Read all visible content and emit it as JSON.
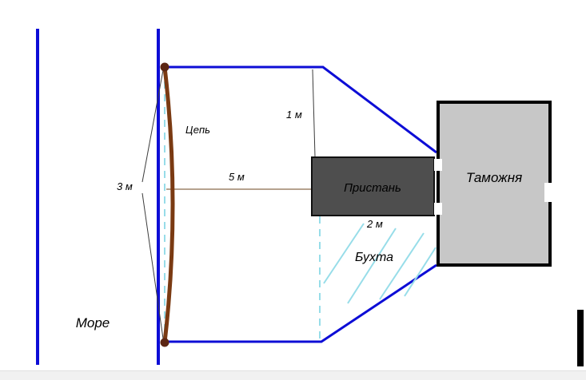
{
  "diagram": {
    "labels": {
      "sea": "Море",
      "chain": "Цепь",
      "pier": "Пристань",
      "customs": "Таможня",
      "bay": "Бухта"
    },
    "measurements": {
      "chain_sag": "3 м",
      "chain_to_pier": "5 м",
      "top_gap": "1 м",
      "pier_gap": "2 м"
    },
    "colors": {
      "outline_blue": "#0d0dd6",
      "chain_brown": "#7a3a12",
      "anchor_dot": "#5c2613",
      "hatch_cyan": "#97dde9",
      "pier_fill": "#4e4e4e",
      "customs_fill": "#c7c7c7",
      "leader_gray": "#3c3c3c",
      "distance_line": "#8a6a4a"
    }
  }
}
